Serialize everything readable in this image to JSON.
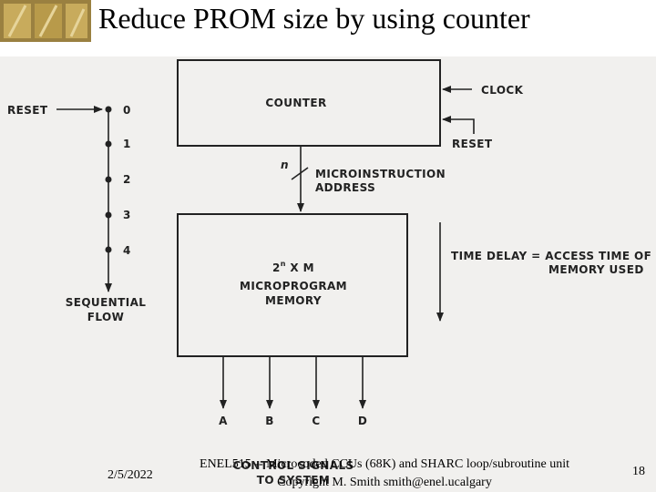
{
  "slide": {
    "title": "Reduce PROM size by using counter",
    "date": "2/5/2022",
    "footer_line1": "ENEL515 -- Microcoded CCUs (68K) and SHARC loop/subroutine unit",
    "footer_line2": "Copyright M. Smith smith@enel.ucalgary",
    "page_number": "18"
  },
  "diagram": {
    "counter_label": "COUNTER",
    "clock_label": "CLOCK",
    "reset_label": "RESET",
    "n_label": "n",
    "microinstruction_label_1": "MICROINSTRUCTION",
    "microinstruction_label_2": "ADDRESS",
    "memory_label_1": "2",
    "memory_label_sup": "n",
    "memory_label_1b": " X M",
    "memory_label_2": "MICROPROGRAM",
    "memory_label_3": "MEMORY",
    "time_delay_1": "TIME DELAY = ACCESS TIME OF",
    "time_delay_2": "MEMORY USED",
    "left_reset_label": "RESET",
    "steps": [
      "0",
      "1",
      "2",
      "3",
      "4"
    ],
    "sequential_1": "SEQUENTIAL",
    "sequential_2": "FLOW",
    "outputs": [
      "A",
      "B",
      "C",
      "D"
    ],
    "control_1": "CONTROL SIGNALS",
    "control_2": "TO SYSTEM"
  },
  "colors": {
    "line": "#222222",
    "scan_background": "#f1f0ee",
    "logo_gold": "#b89a4a"
  }
}
